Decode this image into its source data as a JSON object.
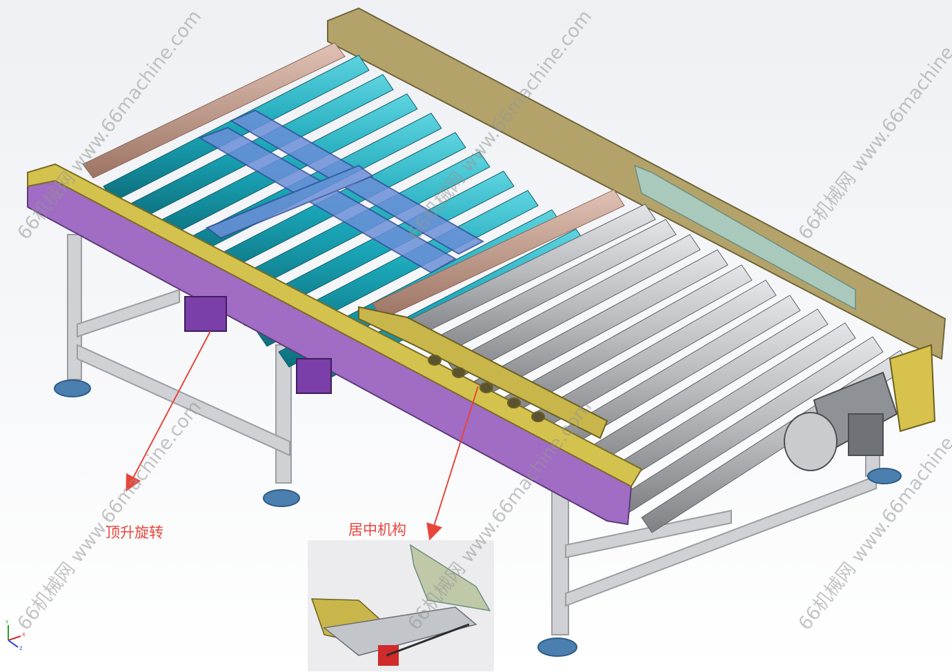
{
  "labels": {
    "lift_rotate": "顶升旋转",
    "centering": "居中机构"
  },
  "watermark_text": "66机械网 www.66machine.com",
  "axis": {
    "x": "X",
    "y": "Y",
    "z": "Z"
  },
  "colors": {
    "background_top": "#f4f5f8",
    "background_bottom": "#ffffff",
    "frame_yellow": "#c8b64a",
    "frame_purple": "#a06cc4",
    "roller_cyan": "#1aa6b8",
    "roller_gray": "#b8babd",
    "roller_tan": "#c49a86",
    "annotation_red": "#e8453b"
  }
}
